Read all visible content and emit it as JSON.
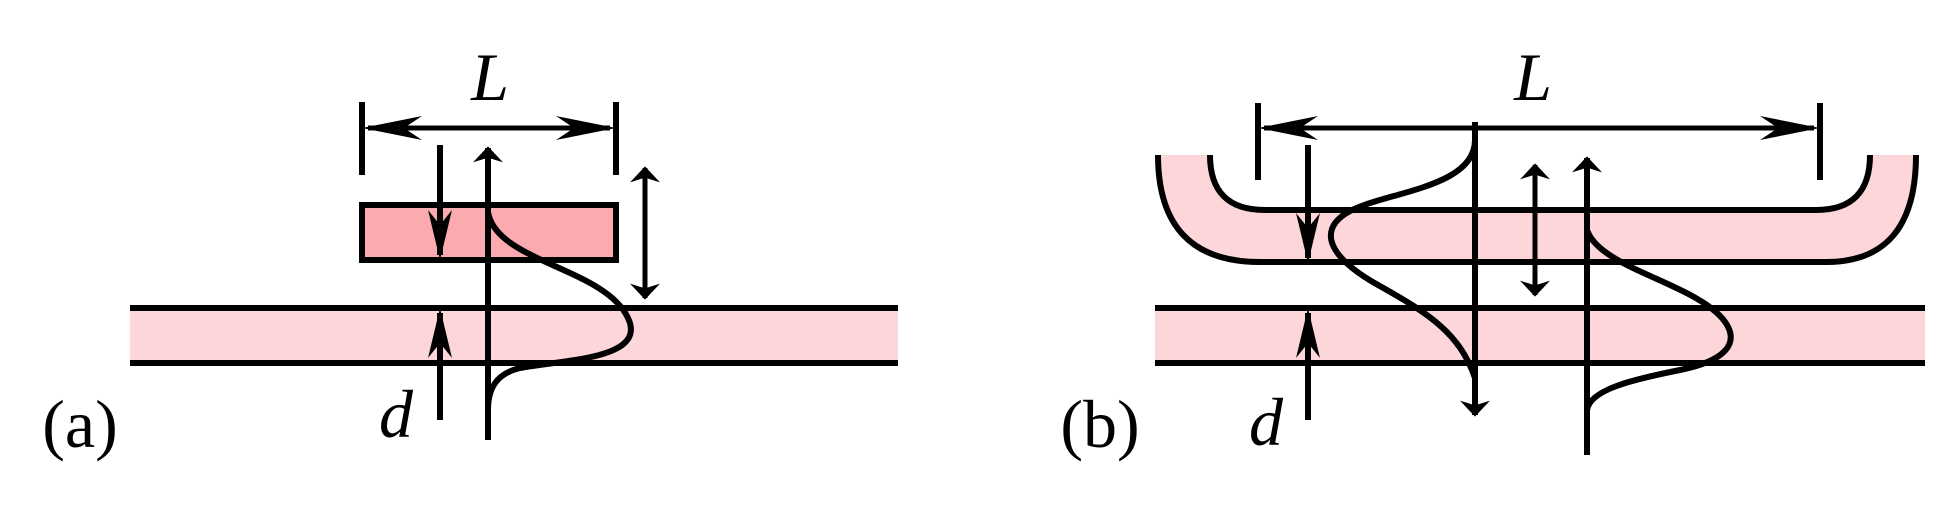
{
  "panels": {
    "a": {
      "label": "(a)",
      "length_label": "L",
      "gap_label": "d",
      "upper_guide_fill": "#fbaab0",
      "lower_guide_fill": "#fdd6d9"
    },
    "b": {
      "label": "(b)",
      "length_label": "L",
      "gap_label": "d",
      "guide_fill": "#fdd6d9"
    }
  },
  "colors": {
    "stroke": "#000000",
    "background": "#ffffff"
  }
}
